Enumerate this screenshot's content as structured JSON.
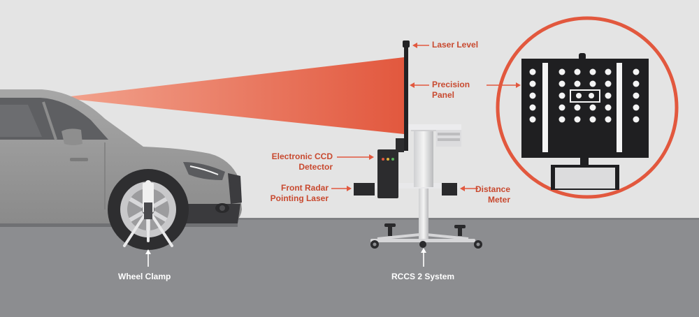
{
  "labels": {
    "laser_level": "Laser Level",
    "precision_panel_1": "Precision",
    "precision_panel_2": "Panel",
    "ccd_1": "Electronic CCD",
    "ccd_2": "Detector",
    "radar_1": "Front Radar",
    "radar_2": "Pointing Laser",
    "distance_1": "Distance",
    "distance_2": "Meter",
    "wheel_clamp": "Wheel Clamp",
    "rccs": "RCCS 2 System"
  },
  "colors": {
    "accent": "#e2583e",
    "label_text": "#c8492f",
    "wall": "#e4e4e4",
    "floor": "#8c8d90",
    "car_body": "#9a9a9a",
    "equipment_dark": "#2a2a2c"
  },
  "icons": [
    "car",
    "wheel-clamp",
    "laser-beam",
    "precision-panel",
    "ccd-detector",
    "distance-meter",
    "stand",
    "magnifier-circle"
  ]
}
